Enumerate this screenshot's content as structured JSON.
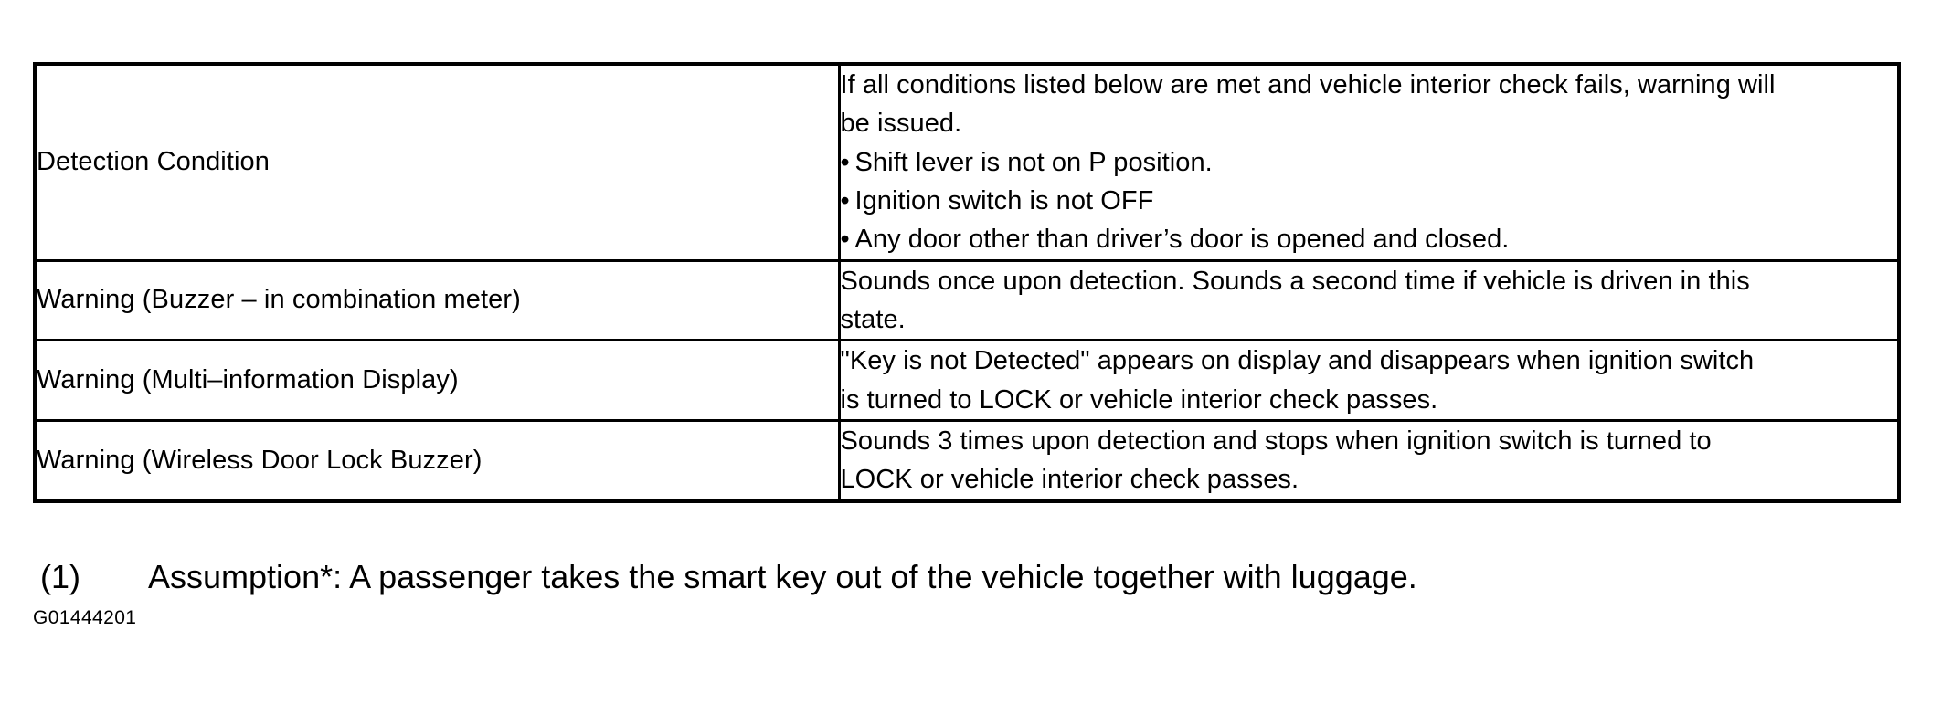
{
  "document": {
    "figure_id": "G01444201"
  },
  "table": {
    "rows": [
      {
        "label": "Detection Condition",
        "value_lines": [
          "If all conditions listed below are met and vehicle interior check fails, warning will",
          "be issued."
        ],
        "bullets": [
          "Shift lever is not on P position.",
          "Ignition switch is not OFF",
          "Any door other than driver’s door is opened and closed."
        ]
      },
      {
        "label": "Warning (Buzzer – in combination meter)",
        "value_lines": [
          "Sounds once upon detection. Sounds a second time if vehicle is driven in this",
          "state."
        ],
        "bullets": []
      },
      {
        "label": "Warning (Multi–information Display)",
        "value_lines": [
          "\"Key is not Detected\" appears on display and disappears when ignition switch",
          "is turned to LOCK or vehicle interior check passes."
        ],
        "bullets": []
      },
      {
        "label": "Warning (Wireless Door Lock Buzzer)",
        "value_lines": [
          "Sounds 3 times upon detection and stops when ignition switch is turned to",
          "LOCK or vehicle interior check passes."
        ],
        "bullets": []
      }
    ]
  },
  "caption": {
    "number": "(1)",
    "text": "Assumption*: A passenger takes the smart key out of the vehicle together with luggage."
  },
  "bullet_glyph": "•",
  "colors": {
    "ink": "#000000",
    "paper": "#ffffff"
  }
}
